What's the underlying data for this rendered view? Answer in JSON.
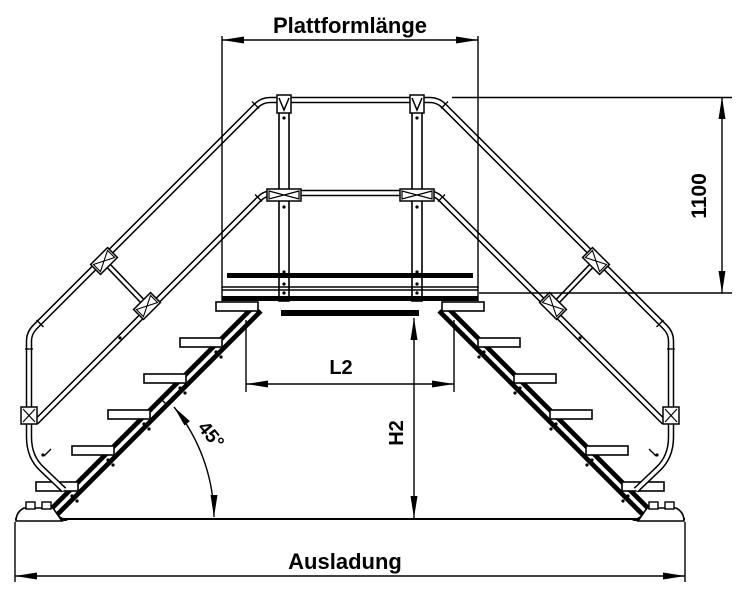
{
  "drawing": {
    "background": "#ffffff",
    "stroke": "#000000",
    "subject": "crossover platform stair - side elevation technical drawing",
    "dimensions": {
      "platform_length_label": "Plattformlänge",
      "guardrail_height_label": "1100",
      "inner_length_label": "L2",
      "platform_height_label": "H2",
      "incline_angle_label": "45°",
      "overall_span_label": "Ausladung"
    }
  }
}
